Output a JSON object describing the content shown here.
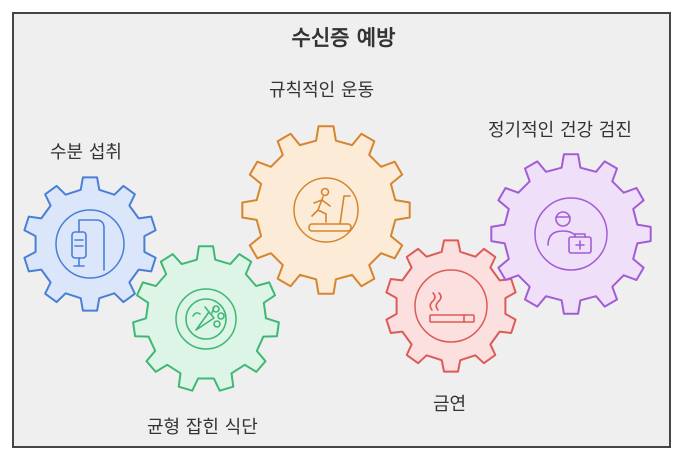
{
  "title": "수신증 예방",
  "gears": [
    {
      "label": "수분 섭취",
      "icon": "iv-drip-icon",
      "color": "#4a7fd6",
      "fill": "#dbe6fb"
    },
    {
      "label": "균형 잡힌 식단",
      "icon": "vegetables-icon",
      "color": "#3fb874",
      "fill": "#ddf5e6"
    },
    {
      "label": "규칙적인 운동",
      "icon": "treadmill-icon",
      "color": "#d6852e",
      "fill": "#fcebd7"
    },
    {
      "label": "금연",
      "icon": "cigarette-icon",
      "color": "#dd5a57",
      "fill": "#fbe0df"
    },
    {
      "label": "정기적인 건강 검진",
      "icon": "doctor-medical-kit-icon",
      "color": "#a25cd6",
      "fill": "#efdff8"
    }
  ]
}
